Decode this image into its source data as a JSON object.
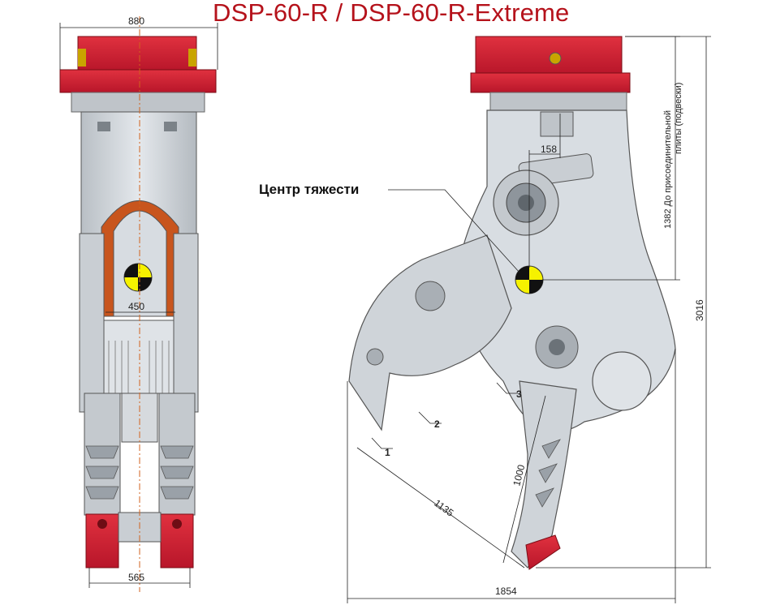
{
  "title": "DSP-60-R / DSP-60-R-Extreme",
  "center_of_gravity_label": "Центр тяжести",
  "dimensions": {
    "top_width": "880",
    "inner_width": "450",
    "bottom_width": "565",
    "cog_offset": "158",
    "height_to_plate": "1382 До присоединительной",
    "height_to_plate_line2": "плиты (подвески)",
    "total_height": "3016",
    "total_width": "1854",
    "jaw_opening": "1135",
    "blade_length": "1000"
  },
  "markers": [
    "1",
    "2",
    "3"
  ],
  "colors": {
    "title": "#b5121b",
    "red_part": "#cc1f2e",
    "steel": "#d8dde2",
    "steel_dark": "#9aa1a8",
    "cog_yellow": "#f6f200",
    "orange": "#c8551d"
  }
}
